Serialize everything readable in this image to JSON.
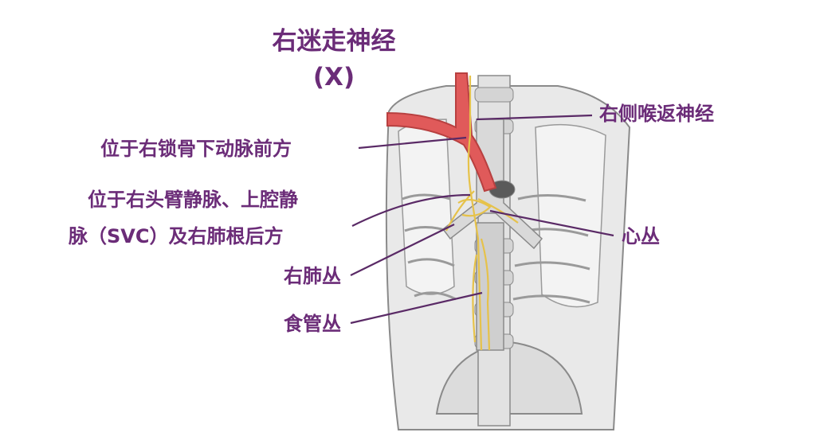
{
  "title": {
    "line1": "右迷走神经",
    "line2": "(X)"
  },
  "labels": {
    "recurrent": "右侧喉返神经",
    "anterior_subclavian": "位于右锁骨下动脉前方",
    "posterior_line1": "位于右头臂静脉、上腔静",
    "posterior_line2": "脉（SVC）及右肺根后方",
    "cardiac": "心丛",
    "pulmonary": "右肺丛",
    "esophageal": "食管丛"
  },
  "colors": {
    "label": "#6b2c78",
    "leader_line": "#5a2a66",
    "artery": "#e05a5a",
    "nerve": "#f2d76b",
    "anatomy_fill": "#e9e9e9",
    "anatomy_stroke": "#8a8a8a"
  }
}
